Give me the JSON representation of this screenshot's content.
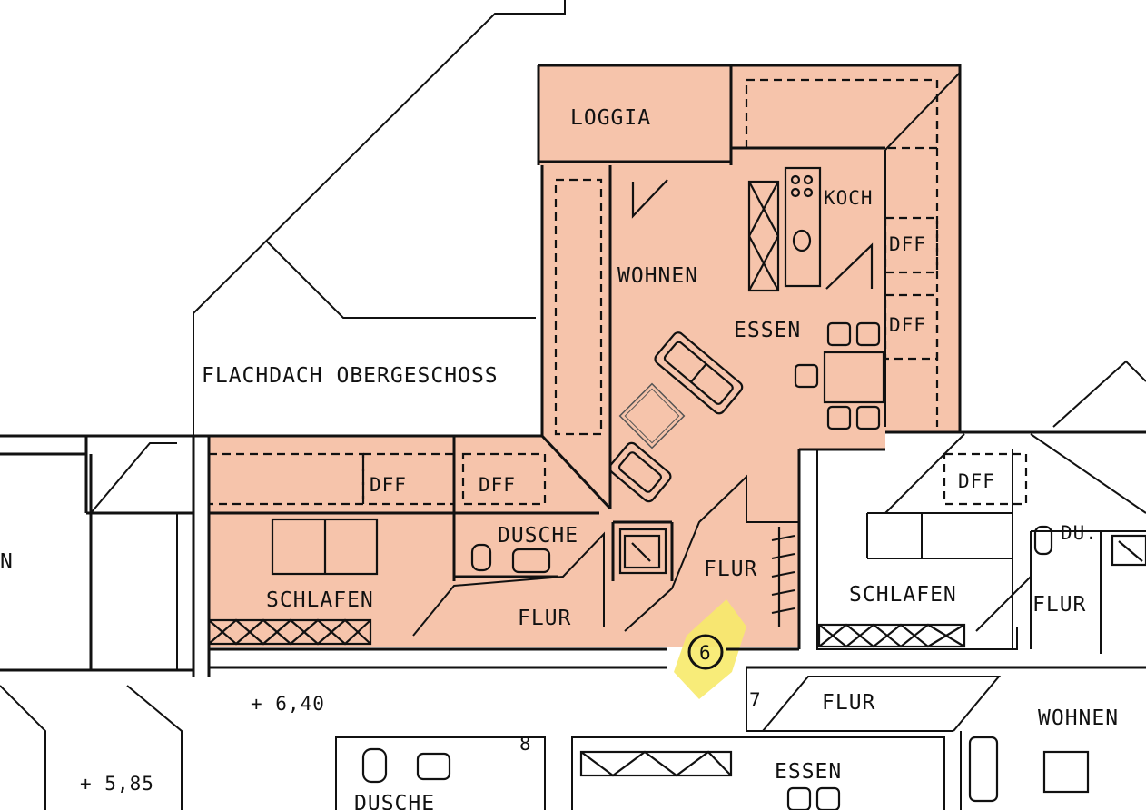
{
  "colors": {
    "unit_highlight": "#f6c4ab",
    "marker_highlight": "#f7ea6a",
    "line": "#111111",
    "background": "#ffffff"
  },
  "rooms": {
    "loggia": "LOGGIA",
    "koch": "KOCH",
    "wohnen": "WOHNEN",
    "essen": "ESSEN",
    "flachdach": "FLACHDACH OBERGESCHOSS",
    "dff_1": "DFF",
    "dff_2": "DFF",
    "dff_3": "DFF",
    "dff_4": "DFF",
    "dff_5": "DFF",
    "dusche": "DUSCHE",
    "schlafen": "SCHLAFEN",
    "flur_1": "FLUR",
    "flur_2": "FLUR",
    "schlafen_right": "SCHLAFEN",
    "du": "DU.",
    "flur_right": "FLUR",
    "flur_lower": "FLUR",
    "wohnen_right": "WOHNEN",
    "essen_lower": "ESSEN",
    "dusche_lower": "DUSCHE",
    "left_edge": "N"
  },
  "levels": {
    "level_1": "+ 6,40",
    "level_2": "+ 5,85"
  },
  "unit_numbers": {
    "marked": "6",
    "unit_7": "7",
    "unit_8": "8"
  }
}
